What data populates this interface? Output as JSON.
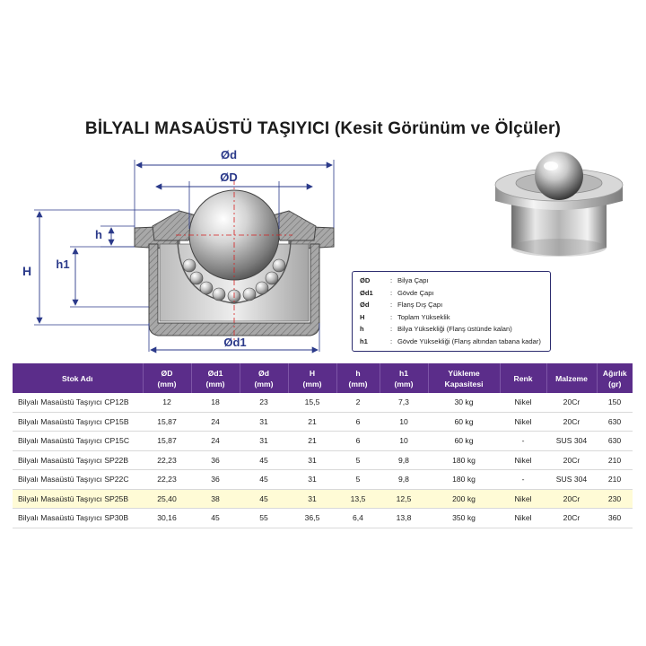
{
  "title": "BİLYALI MASAÜSTÜ TAŞIYICI (Kesit Görünüm ve Ölçüler)",
  "drawing": {
    "labels": {
      "od": "Ød",
      "oD": "ØD",
      "od1": "Ød1",
      "h": "h",
      "h1": "h1",
      "H": "H"
    },
    "colors": {
      "dimension": "#2b3a8a",
      "body": "#9a9a9a",
      "ball": "#c8c8c8",
      "centerline": "#d62020"
    }
  },
  "legend": [
    {
      "sym": "ØD",
      "desc": "Bilya Çapı"
    },
    {
      "sym": "Ød1",
      "desc": "Gövde Çapı"
    },
    {
      "sym": "Ød",
      "desc": "Flanş Dış Çapı"
    },
    {
      "sym": "H",
      "desc": "Toplam Yükseklik"
    },
    {
      "sym": "h",
      "desc": "Bilya Yüksekliği (Flanş üstünde kalan)"
    },
    {
      "sym": "h1",
      "desc": "Gövde Yüksekliği (Flanş altından tabana kadar)"
    }
  ],
  "table": {
    "headers": [
      [
        "Stok Adı"
      ],
      [
        "ØD",
        "(mm)"
      ],
      [
        "Ød1",
        "(mm)"
      ],
      [
        "Ød",
        "(mm)"
      ],
      [
        "H",
        "(mm)"
      ],
      [
        "h",
        "(mm)"
      ],
      [
        "h1",
        "(mm)"
      ],
      [
        "Yükleme",
        "Kapasitesi"
      ],
      [
        "Renk"
      ],
      [
        "Malzeme"
      ],
      [
        "Ağırlık",
        "(gr)"
      ]
    ],
    "highlight_row": 5,
    "highlight_color": "#fffbd6",
    "header_color": "#5b2d8a",
    "rows": [
      [
        "Bilyalı Masaüstü Taşıyıcı CP12B",
        "12",
        "18",
        "23",
        "15,5",
        "2",
        "7,3",
        "30 kg",
        "Nikel",
        "20Cr",
        "150"
      ],
      [
        "Bilyalı Masaüstü Taşıyıcı CP15B",
        "15,87",
        "24",
        "31",
        "21",
        "6",
        "10",
        "60 kg",
        "Nikel",
        "20Cr",
        "630"
      ],
      [
        "Bilyalı Masaüstü Taşıyıcı CP15C",
        "15,87",
        "24",
        "31",
        "21",
        "6",
        "10",
        "60 kg",
        "-",
        "SUS 304",
        "630"
      ],
      [
        "Bilyalı Masaüstü Taşıyıcı SP22B",
        "22,23",
        "36",
        "45",
        "31",
        "5",
        "9,8",
        "180 kg",
        "Nikel",
        "20Cr",
        "210"
      ],
      [
        "Bilyalı Masaüstü Taşıyıcı SP22C",
        "22,23",
        "36",
        "45",
        "31",
        "5",
        "9,8",
        "180 kg",
        "-",
        "SUS 304",
        "210"
      ],
      [
        "Bilyalı Masaüstü Taşıyıcı SP25B",
        "25,40",
        "38",
        "45",
        "31",
        "13,5",
        "12,5",
        "200 kg",
        "Nikel",
        "20Cr",
        "230"
      ],
      [
        "Bilyalı Masaüstü Taşıyıcı SP30B",
        "30,16",
        "45",
        "55",
        "36,5",
        "6,4",
        "13,8",
        "350 kg",
        "Nikel",
        "20Cr",
        "360"
      ]
    ]
  }
}
